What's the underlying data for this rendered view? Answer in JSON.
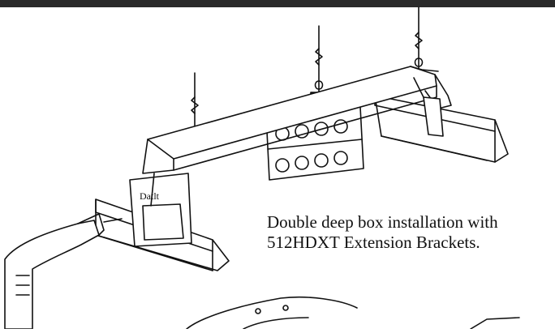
{
  "caption": {
    "line1": "Double deep box installation with",
    "line2": "512HDXT Extension Brackets."
  },
  "bracket_label": "Datlt",
  "colors": {
    "ink": "#111111",
    "paper": "#ffffff",
    "top_bar": "#2a2a2a"
  }
}
